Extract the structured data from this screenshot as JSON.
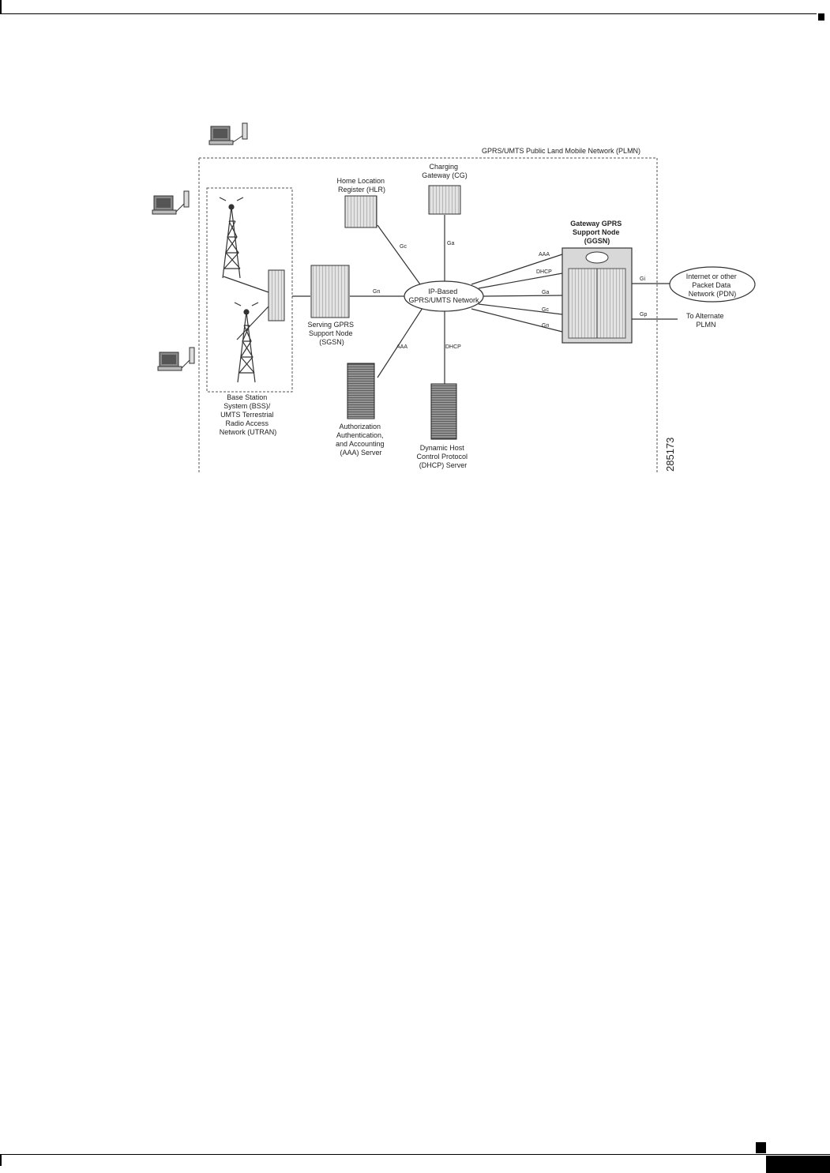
{
  "diagram": {
    "plmn_title": "GPRS/UMTS Public Land Mobile Network (PLMN)",
    "hlr": [
      "Home Location",
      "Register (HLR)"
    ],
    "cg": [
      "Charging",
      "Gateway (CG)"
    ],
    "ggsn": [
      "Gateway GPRS",
      "Support Node",
      "(GGSN)"
    ],
    "sgsn": [
      "Serving GPRS",
      "Support Node",
      "(SGSN)"
    ],
    "network": [
      "IP-Based",
      "GPRS/UMTS Network"
    ],
    "bss": [
      "Base Station",
      "System (BSS)/",
      "UMTS Terrestrial",
      "Radio Access",
      "Network (UTRAN)"
    ],
    "aaa": [
      "Authorization",
      "Authentication,",
      "and Accounting",
      "(AAA) Server"
    ],
    "dhcp": [
      "Dynamic Host",
      "Control Protocol",
      "(DHCP) Server"
    ],
    "pdn": [
      "Internet or other",
      "Packet Data",
      "Network (PDN)"
    ],
    "alt_plmn": [
      "To Alternate",
      "PLMN"
    ],
    "interfaces": {
      "gc_hlr": "Gc",
      "ga_cg": "Ga",
      "gn_sgsn": "Gn",
      "aaa_link": "AAA",
      "dhcp_link": "DHCP",
      "ggsn_aaa": "AAA",
      "ggsn_dhcp": "DHCP",
      "ggsn_ga": "Ga",
      "ggsn_gc": "Gc",
      "ggsn_gn": "Gn",
      "gi": "Gi",
      "gp": "Gp"
    },
    "figure_id": "285173"
  }
}
